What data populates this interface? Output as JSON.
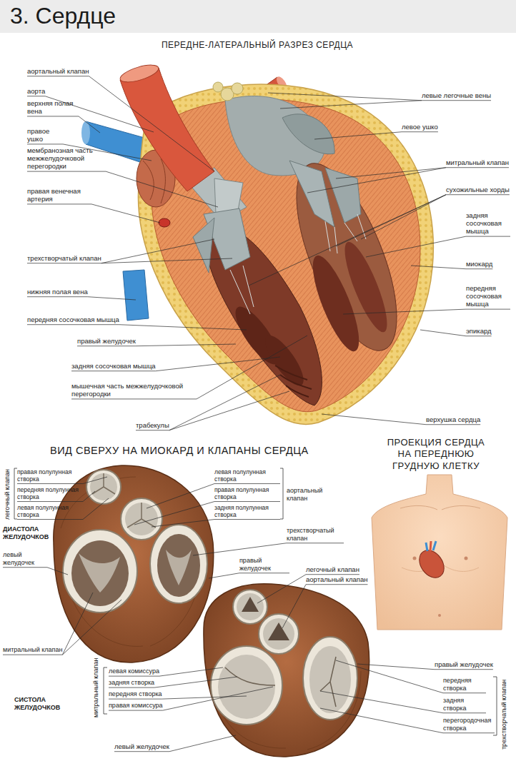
{
  "diagram": {
    "title": "3. Сердце",
    "labels": [
      "ПЕРЕДНЕ-ЛАТЕРАЛЬНЫЙ РАЗРЕЗ СЕРДЦА",
      "аортальный клапан",
      "аорта",
      "верхняя полая вена",
      "правое ушко",
      "мембранозная часть межжелудочковой перегородки",
      "правая венечная артерия",
      "трехстворчатый клапан",
      "нижняя полая вена",
      "передняя сосочковая мышца",
      "правый желудочек",
      "задняя сосочковая мышца",
      "мышечная часть межжелудочковой перегородки",
      "трабекулы",
      "левые легочные вены",
      "левое ушко",
      "митральный клапан",
      "сухожильные хорды",
      "задняя сосочковая мышца",
      "миокард",
      "передняя сосочковая мышца",
      "эпикард",
      "верхушка сердца",
      "ВИД СВЕРХУ НА МИОКАРД И КЛАПАНЫ СЕРДЦА",
      "ПРОЕКЦИЯ СЕРДЦА НА ПЕРЕДНЮЮ ГРУДНУЮ КЛЕТКУ",
      "легочный клапан",
      "правая полулунная створка",
      "передняя полулунная створка",
      "левая полулунная створка",
      "ДИАСТОЛА ЖЕЛУДОЧКОВ",
      "левый желудочек",
      "митральный клапан",
      "левая полулунная створка",
      "правая полулунная створка",
      "задняя полулунная створка",
      "аортальный клапан",
      "трехстворчатый клапан",
      "правый желудочек",
      "легочный клапан",
      "аортальный клапан",
      "левая комиссура",
      "задняя створка",
      "передняя створка",
      "правая комиссура",
      "митральный клапан",
      "СИСТОЛА ЖЕЛУДОЧКОВ",
      "левый желудочек",
      "правый желудочек",
      "передняя створка",
      "задняя створка",
      "перегородочная створка",
      "трехстворчатый клапан"
    ]
  }
}
